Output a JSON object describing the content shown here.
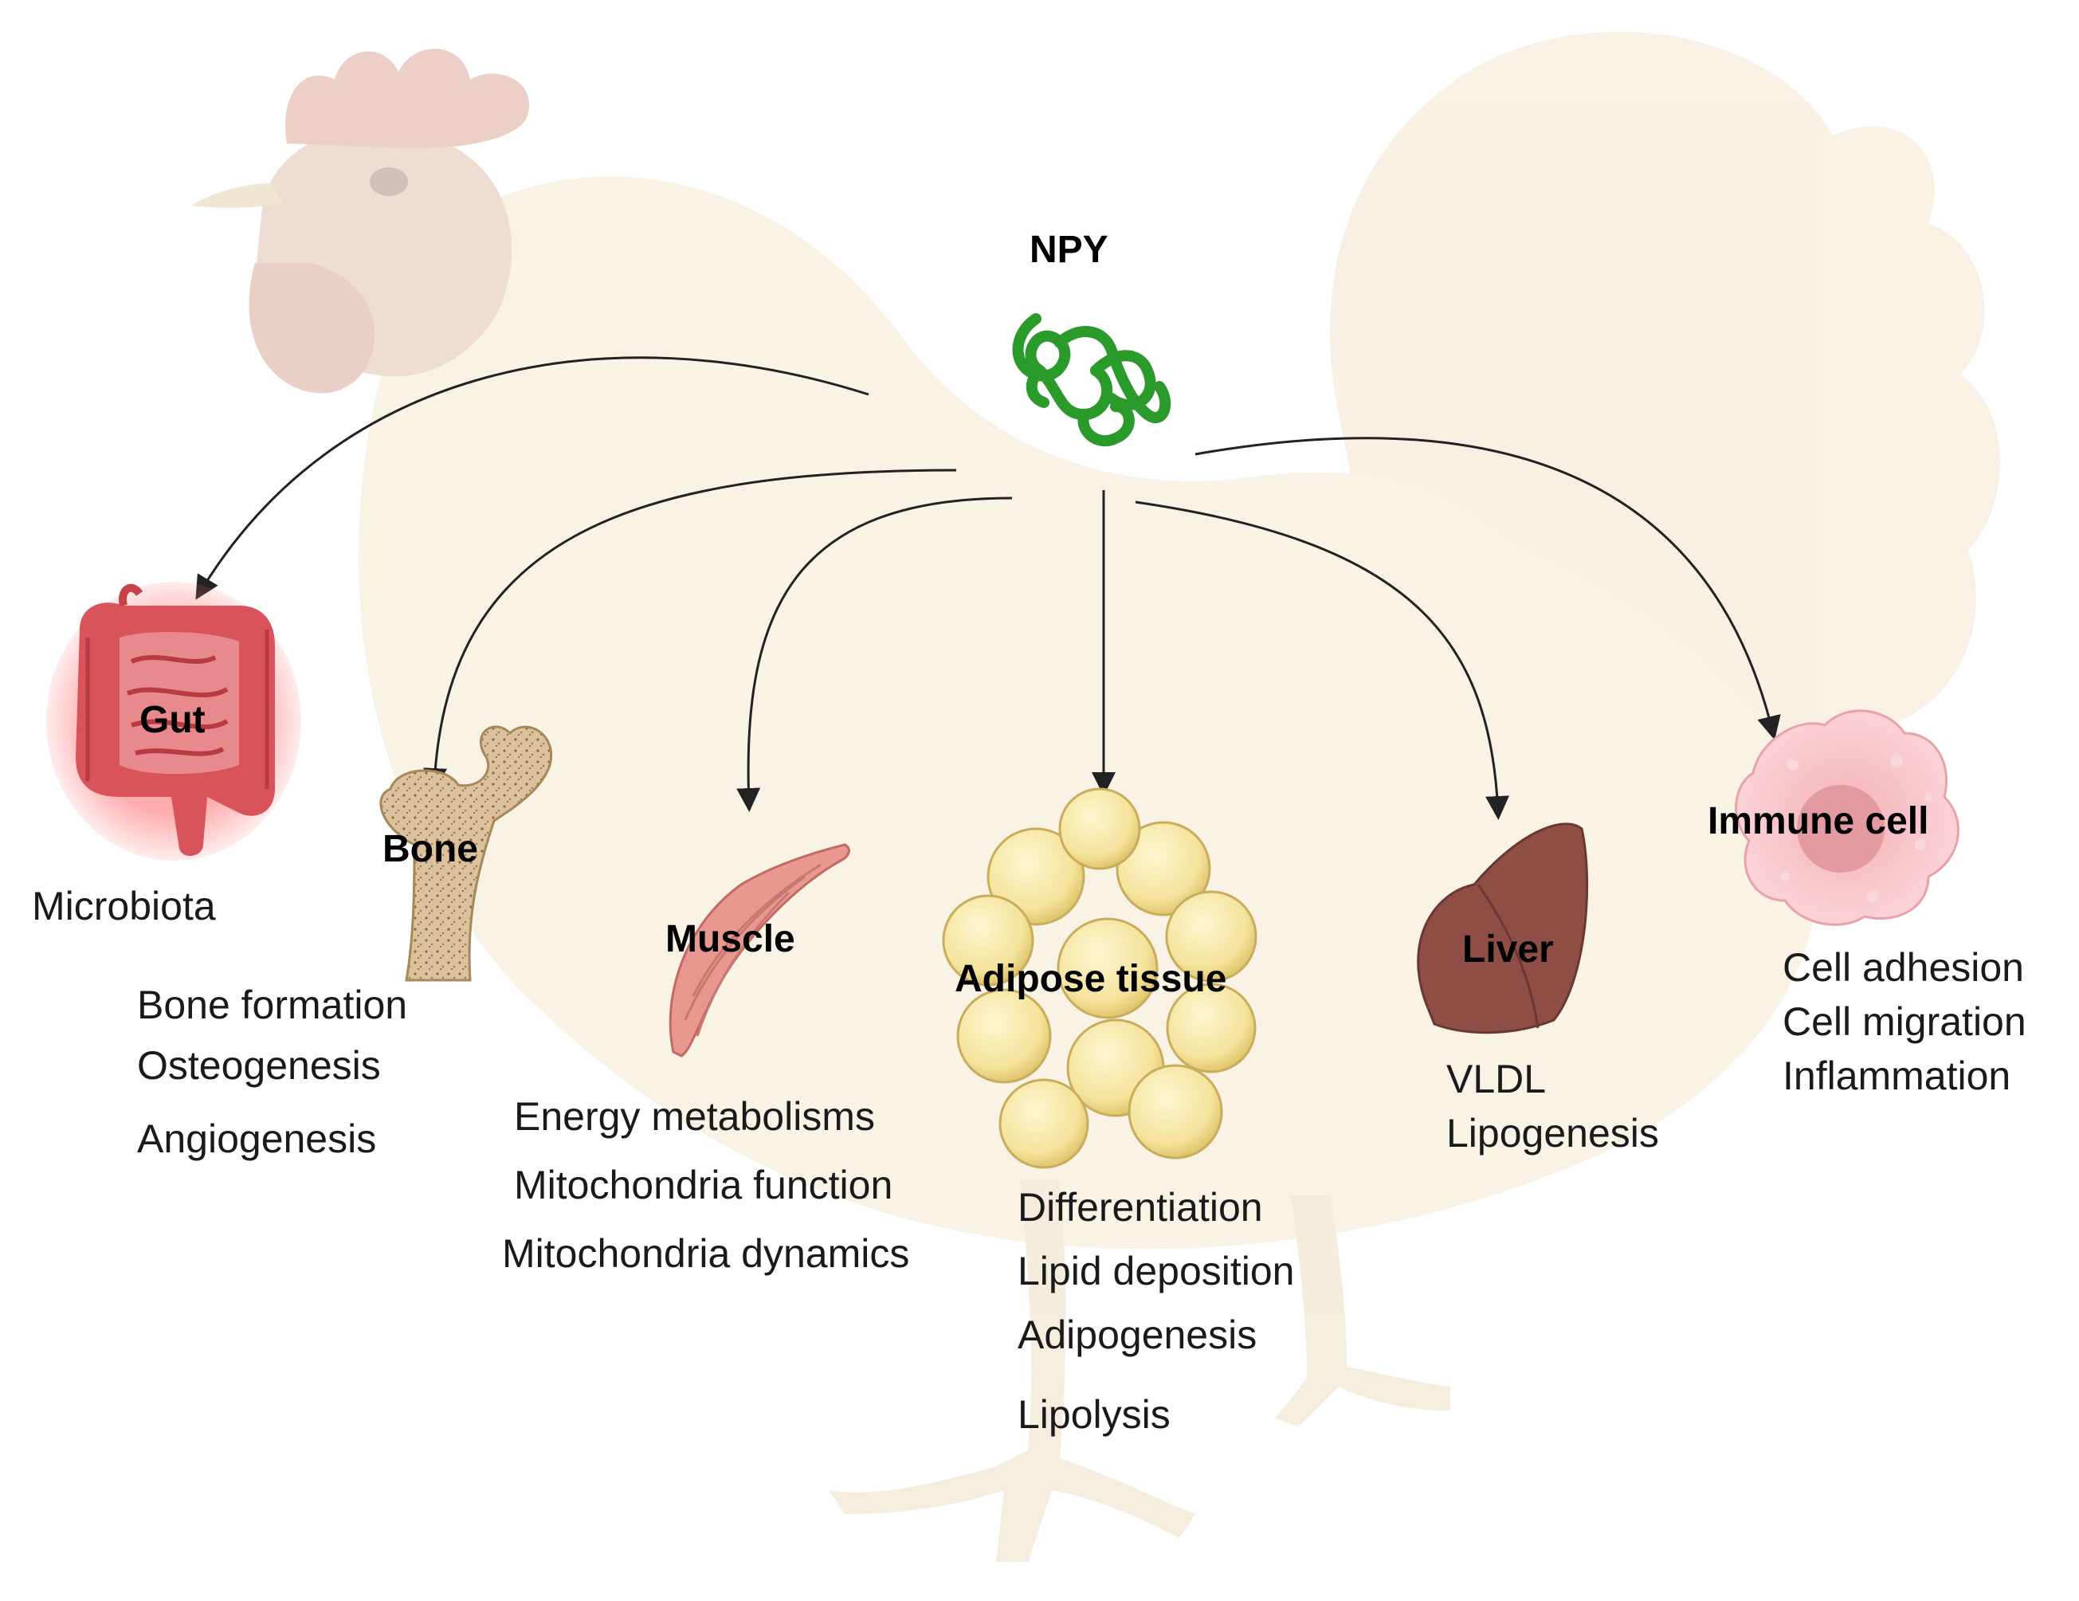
{
  "center": {
    "label": "NPY"
  },
  "targets": {
    "gut": {
      "label": "Gut",
      "functions": [
        "Microbiota"
      ]
    },
    "bone": {
      "label": "Bone",
      "functions": [
        "Bone formation",
        "Osteogenesis",
        "Angiogenesis"
      ]
    },
    "muscle": {
      "label": "Muscle",
      "functions": [
        "Energy metabolisms",
        "Mitochondria function",
        "Mitochondria dynamics"
      ]
    },
    "adipose": {
      "label": "Adipose tissue",
      "functions": [
        "Differentiation",
        "Lipid deposition",
        "Adipogenesis",
        "Lipolysis"
      ]
    },
    "liver": {
      "label": "Liver",
      "functions": [
        "VLDL",
        "Lipogenesis"
      ]
    },
    "immune": {
      "label": "Immune cell",
      "functions": [
        "Cell adhesion",
        "Cell migration",
        "Inflammation"
      ]
    }
  },
  "colors": {
    "chicken_body": "#f8f1e2",
    "chicken_head": "#ead3c7",
    "chicken_comb": "#e8c8bd",
    "npy_protein": "#2a9a2a",
    "arrow": "#222222",
    "gut": "#d9535a",
    "bone": "#d9c3a0",
    "muscle": "#e89890",
    "fat": "#f6e7a8",
    "liver": "#8e4e45",
    "immune": "#f4c3c8"
  },
  "icons": {
    "background": "chicken-silhouette",
    "center": "protein-coil-icon",
    "gut": "intestine-icon",
    "bone": "bone-icon",
    "muscle": "muscle-icon",
    "adipose": "fat-cells-icon",
    "liver": "liver-icon",
    "immune": "immune-cell-icon"
  }
}
